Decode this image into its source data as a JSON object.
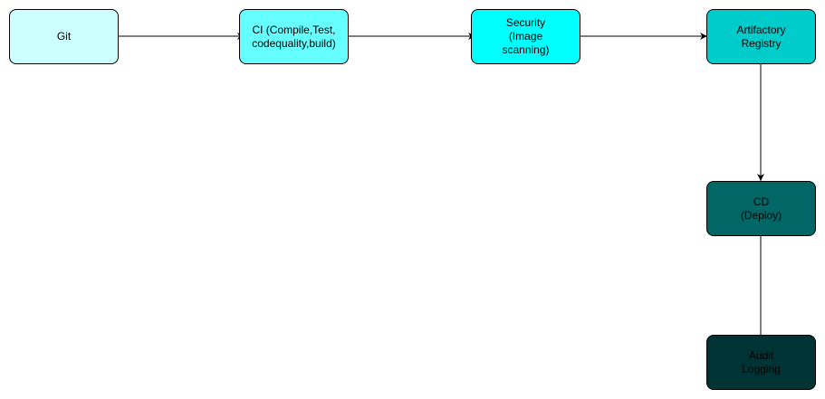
{
  "nodes": [
    {
      "id": "git",
      "label": "Git",
      "fill": "#ccffff"
    },
    {
      "id": "ci",
      "label": "CI (Compile,Test,\ncodequality,build)",
      "fill": "#66ffff"
    },
    {
      "id": "security",
      "label": "Security\n(Image\nscanning)",
      "fill": "#00ffff"
    },
    {
      "id": "artifact",
      "label": "Artifactory\nRegistry",
      "fill": "#00cccc"
    },
    {
      "id": "cd",
      "label": "CD\n(Deploy)",
      "fill": "#006666"
    },
    {
      "id": "audit",
      "label": "Audit\nLogging",
      "fill": "#003333"
    }
  ],
  "edges": [
    {
      "from": "git",
      "to": "ci"
    },
    {
      "from": "ci",
      "to": "security"
    },
    {
      "from": "security",
      "to": "artifact"
    },
    {
      "from": "artifact",
      "to": "cd"
    },
    {
      "from": "cd",
      "to": "audit"
    }
  ],
  "colors": {
    "stroke": "#000000",
    "text": "#000000"
  }
}
